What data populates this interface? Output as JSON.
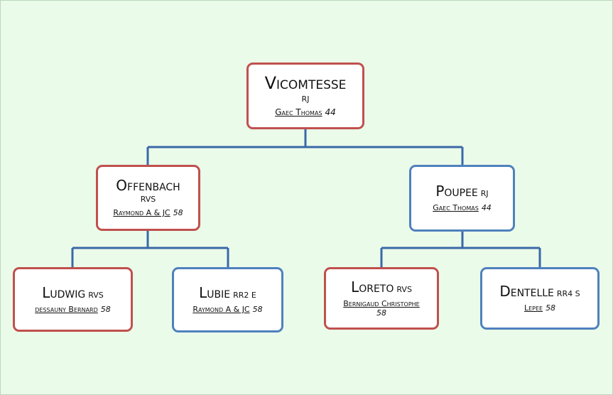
{
  "nodes": {
    "root": {
      "name": "Vicomtesse",
      "tag": "",
      "sub": "RJ",
      "owner": "Gaec Thomas",
      "dept": "44"
    },
    "offenbach": {
      "name": "Offenbach",
      "tag": "",
      "sub": "RVS",
      "owner": "Raymond A & JC",
      "dept": "58"
    },
    "poupee": {
      "name": "Poupee",
      "tag": "RJ",
      "sub": "",
      "owner": "Gaec Thomas",
      "dept": "44"
    },
    "ludwig": {
      "name": "Ludwig",
      "tag": "RVS",
      "sub": "",
      "owner": "dessauny Bernard",
      "dept": "58"
    },
    "lubie": {
      "name": "Lubie",
      "tag": "RR2 E",
      "sub": "",
      "owner": "Raymond A & JC",
      "dept": "58"
    },
    "loreto": {
      "name": "Loreto",
      "tag": "RVS",
      "sub": "",
      "owner": "Bernigaud Christophe",
      "dept": "58"
    },
    "dentelle": {
      "name": "Dentelle",
      "tag": "RR4 S",
      "sub": "",
      "owner": "Lepee",
      "dept": "58"
    }
  },
  "colors": {
    "background": "#eafbe9",
    "dam_border": "#c0504d",
    "sire_border": "#4f81bd",
    "connector": "#3b68a8"
  }
}
